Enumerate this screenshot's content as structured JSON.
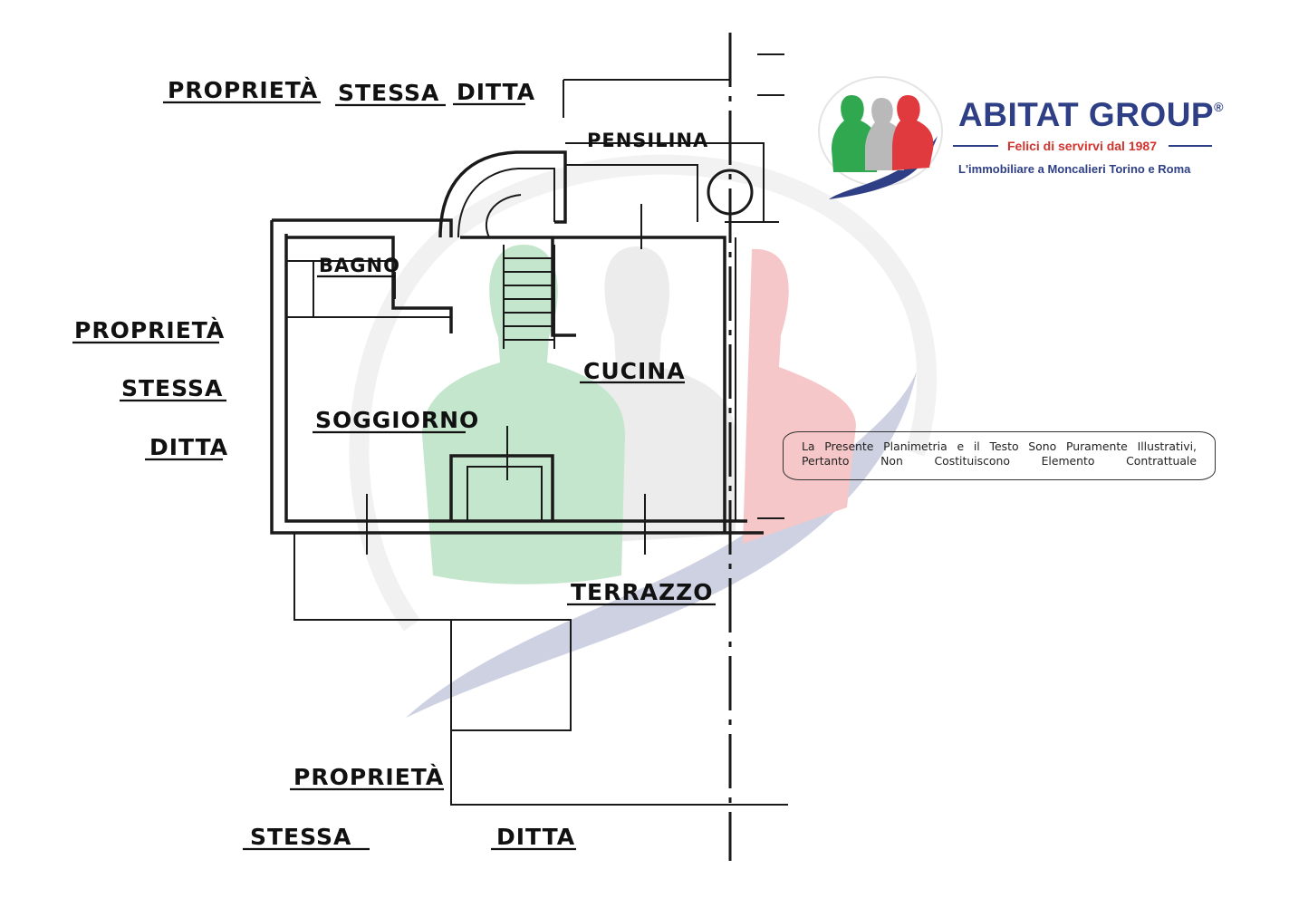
{
  "brand": {
    "name": "ABITAT GROUP",
    "registered": "®",
    "tagline": "Felici di servirvi dal 1987",
    "subtitle": "L'immobiliare a Moncalieri Torino e Roma",
    "colors": {
      "green": "#2fa84f",
      "grey": "#b9b9b9",
      "red": "#e03a3e",
      "navy": "#2e3f86"
    }
  },
  "disclaimer": {
    "line1": "La Presente Planimetria e il Testo Sono Puramente Illustrativi,",
    "line2": "Pertanto Non Costituiscono Elemento Contrattuale"
  },
  "plan": {
    "labels": {
      "top_proprieta": "PROPRIETÀ",
      "top_stessa": "STESSA",
      "top_ditta": "DITTA",
      "left_proprieta": "PROPRIETÀ",
      "left_stessa": "STESSA",
      "left_ditta": "DITTA",
      "bottom_proprieta": "PROPRIETÀ",
      "bottom_stessa": "STESSA",
      "bottom_ditta": "DITTA",
      "pensilina": "PENSILINA",
      "bagno": "BAGNO",
      "cucina": "CUCINA",
      "soggiorno": "SOGGIORNO",
      "terrazzo": "TERRAZZO"
    }
  }
}
